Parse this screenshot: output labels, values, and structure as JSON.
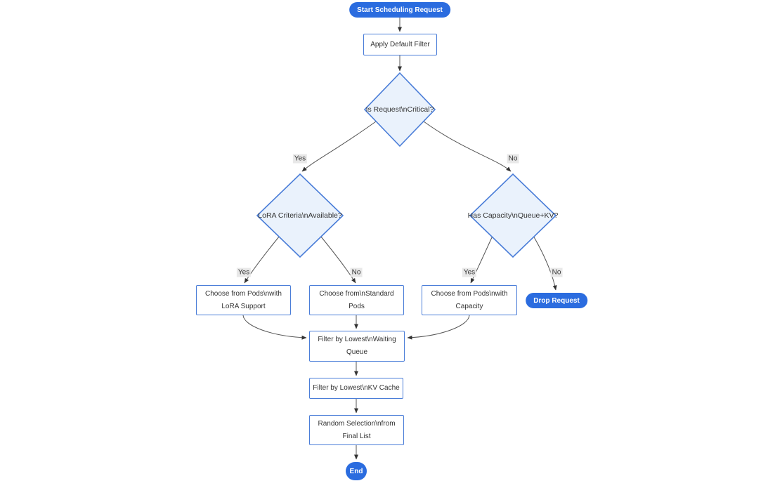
{
  "diagram_type": "flowchart",
  "colors": {
    "terminal_fill": "#2b6cdf",
    "terminal_text": "#ffffff",
    "node_border": "#4a7dd8",
    "decision_fill": "#eaf2fc",
    "process_fill": "#ffffff",
    "edge_line": "#555555",
    "edge_label_bg": "#e8e8e8",
    "node_text": "#333333"
  },
  "nodes": {
    "start": {
      "type": "terminal",
      "lines": [
        "Start Scheduling Request"
      ]
    },
    "apply_filter": {
      "type": "process",
      "lines": [
        "Apply Default Filter"
      ]
    },
    "is_critical": {
      "type": "decision",
      "lines": [
        "Is Request\\nCritical?"
      ]
    },
    "lora_criteria": {
      "type": "decision",
      "lines": [
        "LoRA Criteria\\nAvailable?"
      ]
    },
    "has_capacity": {
      "type": "decision",
      "lines": [
        "Has Capacity\\nQueue+KV?"
      ]
    },
    "choose_lora": {
      "type": "process",
      "lines": [
        "Choose from Pods\\nwith",
        "LoRA Support"
      ]
    },
    "choose_standard": {
      "type": "process",
      "lines": [
        "Choose from\\nStandard",
        "Pods"
      ]
    },
    "choose_capacity": {
      "type": "process",
      "lines": [
        "Choose from Pods\\nwith",
        "Capacity"
      ]
    },
    "drop_request": {
      "type": "terminal",
      "lines": [
        "Drop Request"
      ]
    },
    "filter_waiting_queue": {
      "type": "process",
      "lines": [
        "Filter by Lowest\\nWaiting",
        "Queue"
      ]
    },
    "filter_kv_cache": {
      "type": "process",
      "lines": [
        "Filter by Lowest\\nKV Cache"
      ]
    },
    "random_selection": {
      "type": "process",
      "lines": [
        "Random Selection\\nfrom",
        "Final List"
      ]
    },
    "end": {
      "type": "terminal",
      "lines": [
        "End"
      ]
    }
  },
  "edge_labels": {
    "critical_yes": "Yes",
    "critical_no": "No",
    "lora_yes": "Yes",
    "lora_no": "No",
    "capacity_yes": "Yes",
    "capacity_no": "No"
  }
}
